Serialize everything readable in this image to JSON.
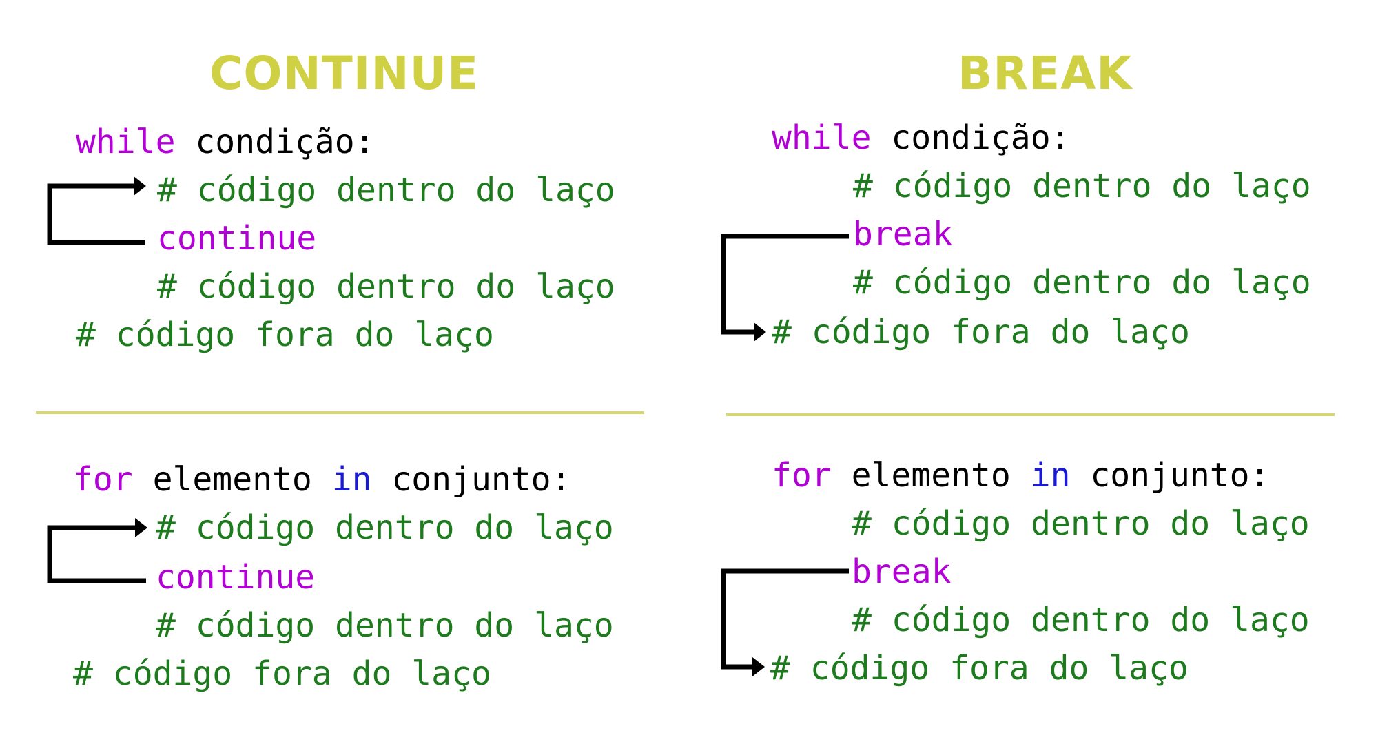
{
  "colors": {
    "heading": "#d0d044",
    "keyword": "#b300d6",
    "keyword_in": "#1a1ad6",
    "comment": "#1d7b1d",
    "plain": "#000000",
    "divider": "#d8d870",
    "arrow": "#000000"
  },
  "continue_panel": {
    "heading": "CONTINUE",
    "while_block": {
      "kw_while": "while",
      "condition": " condição:",
      "inside_1": "# código dentro do laço",
      "kw_continue": "continue",
      "inside_2": "# código dentro do laço",
      "outside": "# código fora do laço"
    },
    "for_block": {
      "kw_for": "for",
      "element": " elemento ",
      "kw_in": "in",
      "collection": " conjunto:",
      "inside_1": "# código dentro do laço",
      "kw_continue": "continue",
      "inside_2": "# código dentro do laço",
      "outside": "# código fora do laço"
    }
  },
  "break_panel": {
    "heading": "BREAK",
    "while_block": {
      "kw_while": "while",
      "condition": " condição:",
      "inside_1": "# código dentro do laço",
      "kw_break": "break",
      "inside_2": "# código dentro do laço",
      "outside": "# código fora do laço"
    },
    "for_block": {
      "kw_for": "for",
      "element": " elemento ",
      "kw_in": "in",
      "collection": " conjunto:",
      "inside_1": "# código dentro do laço",
      "kw_break": "break",
      "inside_2": "# código dentro do laço",
      "outside": "# código fora do laço"
    }
  }
}
